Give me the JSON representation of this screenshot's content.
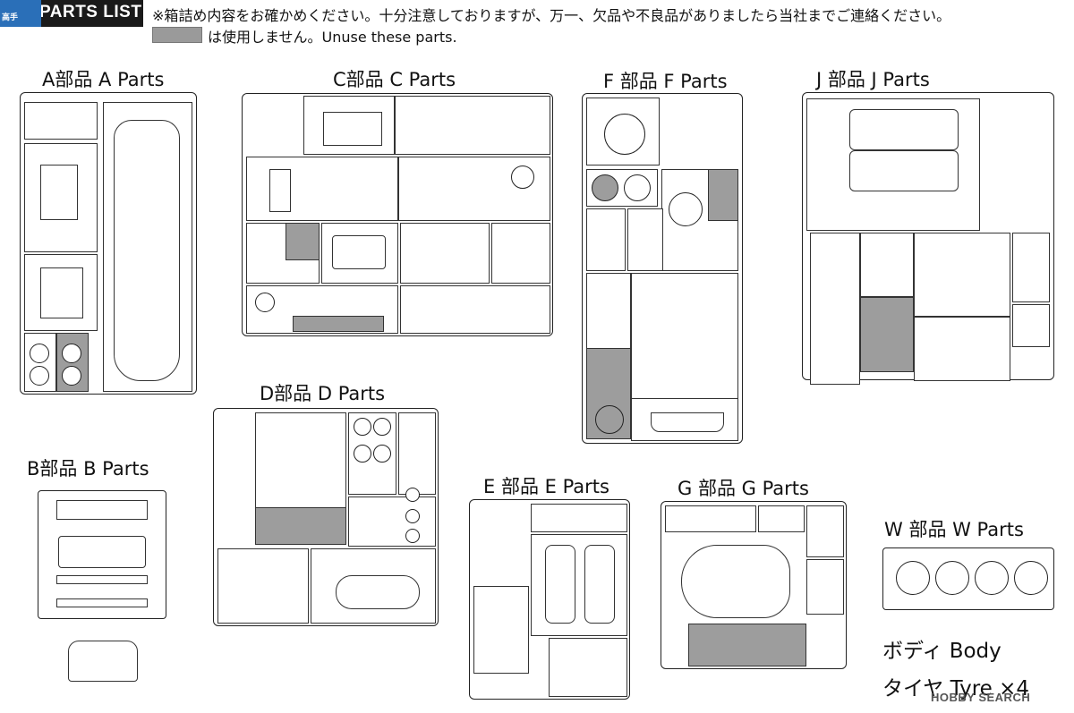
{
  "header": {
    "logo_text": "高手",
    "list_title": "PARTS LIST",
    "notice": "※箱詰め内容をお確かめください。十分注意しておりますが、万一、欠品や不良品がありましたら当社までご連絡ください。",
    "unuse_note": "は使用しません。Unuse these parts."
  },
  "sections": {
    "A": "A部品  A Parts",
    "B": "B部品  B Parts",
    "C": "C部品  C Parts",
    "D": "D部品  D Parts",
    "E": "E 部品  E Parts",
    "F": "F 部品  F Parts",
    "G": "G 部品  G Parts",
    "J": "J 部品  J Parts",
    "W": "W 部品  W Parts"
  },
  "footer": {
    "body": "ボディ  Body",
    "tyre": "タイヤ  Tyre ×4",
    "watermark": "HOBBY SEARCH"
  },
  "colors": {
    "unused_grey": "#9d9d9d",
    "outline": "#222222"
  }
}
